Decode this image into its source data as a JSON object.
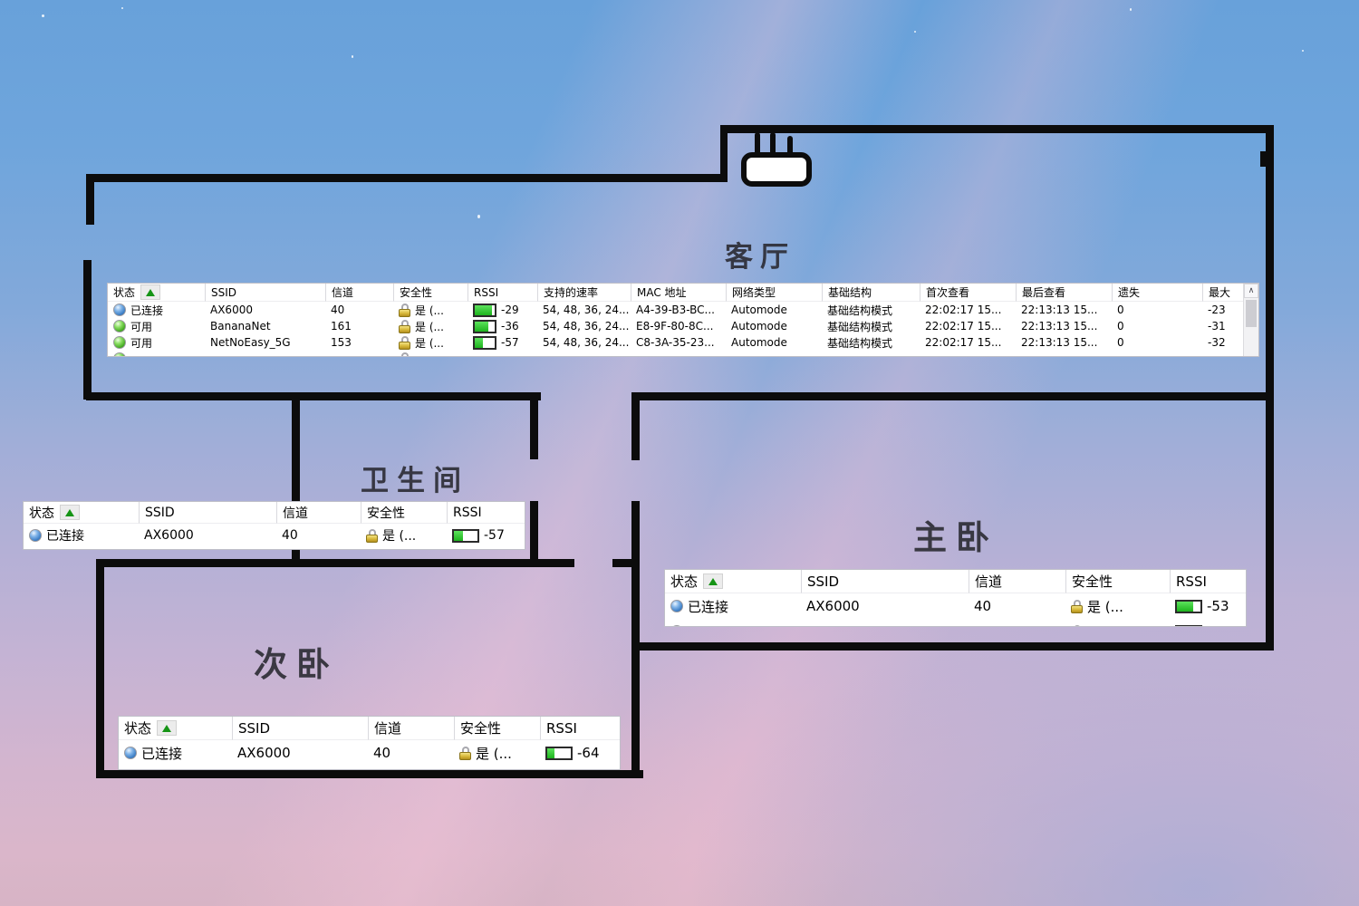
{
  "rooms": {
    "living": "客厅",
    "bathroom": "卫生间",
    "master": "主卧",
    "second": "次卧"
  },
  "columns": {
    "status": "状态",
    "ssid": "SSID",
    "channel": "信道",
    "security": "安全性",
    "rssi": "RSSI",
    "rates": "支持的速率",
    "mac": "MAC 地址",
    "net_type": "网络类型",
    "infrastructure": "基础结构",
    "first_seen": "首次查看",
    "last_seen": "最后查看",
    "lost": "遗失",
    "max": "最大"
  },
  "icons": {
    "scroll_up": "∧"
  },
  "tables": {
    "living": {
      "rows": [
        {
          "status": "已连接",
          "ssid": "AX6000",
          "channel": "40",
          "security": "是 (...",
          "rssi": "-29",
          "fill": 85,
          "rates": "54, 48, 36, 24...",
          "mac": "A4-39-B3-BC...",
          "net_type": "Automode",
          "infrastructure": "基础结构模式",
          "first_seen": "22:02:17 15...",
          "last_seen": "22:13:13 15...",
          "lost": "0",
          "max": "-23"
        },
        {
          "status": "可用",
          "ssid": "BananaNet",
          "channel": "161",
          "security": "是 (...",
          "rssi": "-36",
          "fill": 70,
          "rates": "54, 48, 36, 24...",
          "mac": "E8-9F-80-8C...",
          "net_type": "Automode",
          "infrastructure": "基础结构模式",
          "first_seen": "22:02:17 15...",
          "last_seen": "22:13:13 15...",
          "lost": "0",
          "max": "-31"
        },
        {
          "status": "可用",
          "ssid": "NetNoEasy_5G",
          "channel": "153",
          "security": "是 (...",
          "rssi": "-57",
          "fill": 42,
          "rates": "54, 48, 36, 24...",
          "mac": "C8-3A-35-23...",
          "net_type": "Automode",
          "infrastructure": "基础结构模式",
          "first_seen": "22:02:17 15...",
          "last_seen": "22:13:13 15...",
          "lost": "0",
          "max": "-32"
        }
      ]
    },
    "bathroom": {
      "rows": [
        {
          "status": "已连接",
          "ssid": "AX6000",
          "channel": "40",
          "security": "是 (...",
          "rssi": "-57",
          "fill": 38
        }
      ]
    },
    "master": {
      "rows": [
        {
          "status": "已连接",
          "ssid": "AX6000",
          "channel": "40",
          "security": "是 (...",
          "rssi": "-53",
          "fill": 68
        }
      ]
    },
    "second": {
      "rows": [
        {
          "status": "已连接",
          "ssid": "AX6000",
          "channel": "40",
          "security": "是 (...",
          "rssi": "-64",
          "fill": 30
        }
      ]
    }
  },
  "accent_colors": {
    "bar_green": "#1db31d",
    "sort_triangle_green": "#159415",
    "connected_orb_blue": "#3a7cc4",
    "available_orb_green": "#43a922"
  }
}
